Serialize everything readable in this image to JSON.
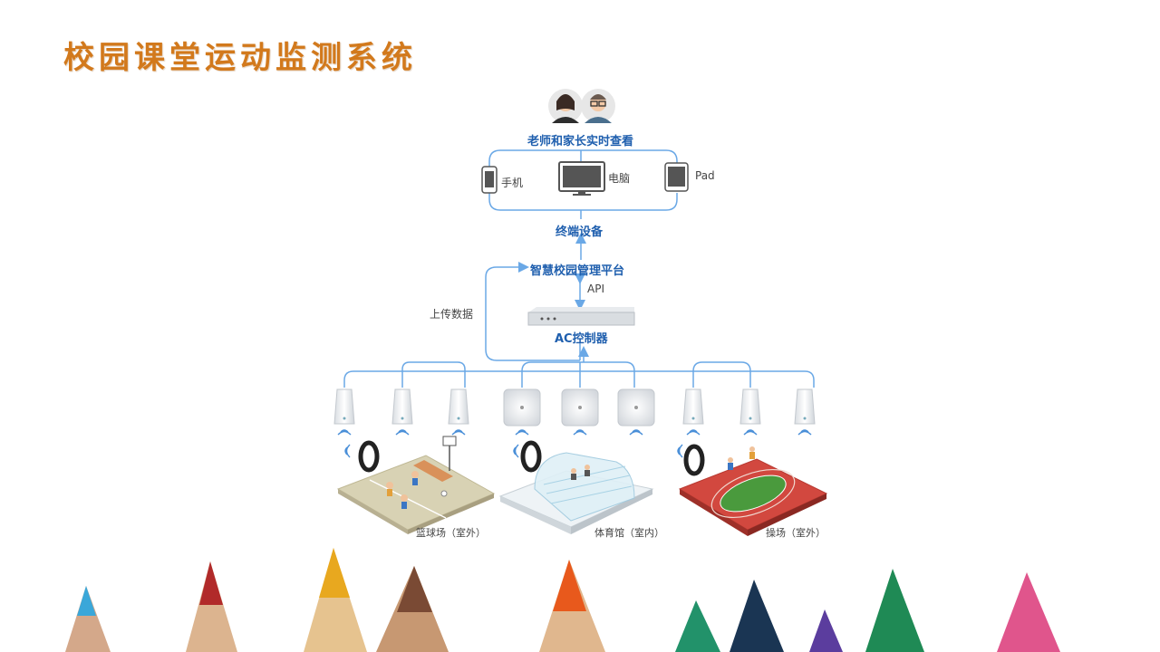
{
  "title": "校园课堂运动监测系统",
  "diagram": {
    "viewers_label": "老师和家长实时查看",
    "devices": {
      "phone": "手机",
      "computer": "电脑",
      "pad": "Pad"
    },
    "terminal_label": "终端设备",
    "platform_label": "智慧校园管理平台",
    "api_label": "API",
    "upload_label": "上传数据",
    "controller_label": "AC控制器",
    "venues": [
      {
        "label": "篮球场（室外）"
      },
      {
        "label": "体育馆（室内）"
      },
      {
        "label": "操场（室外）"
      }
    ]
  },
  "colors": {
    "title": "#d2791c",
    "accent_blue": "#1f5fae",
    "line_blue": "#6aa8e6"
  }
}
